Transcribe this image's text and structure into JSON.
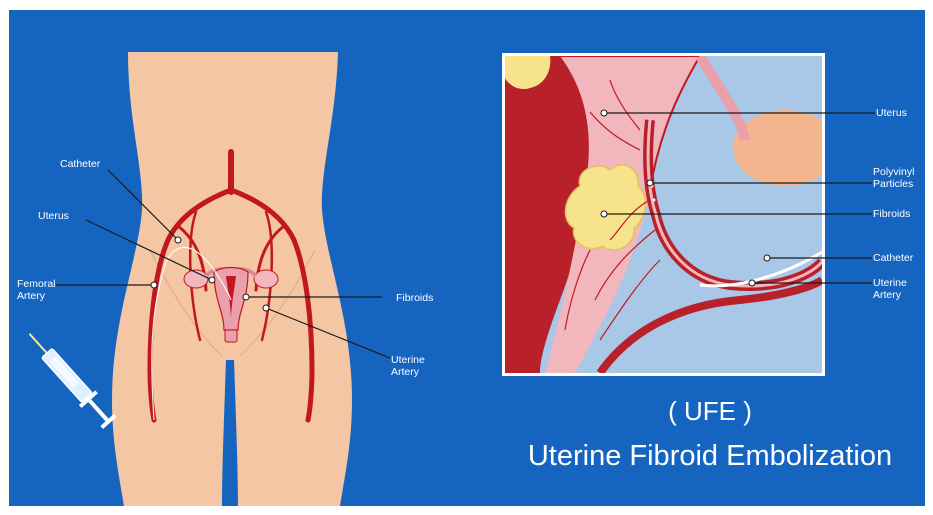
{
  "colors": {
    "background": "#1565c0",
    "skin": "#f4c6a4",
    "artery": "#c2171f",
    "uterus": "#f2b6bd",
    "fibroid": "#f7e38c",
    "leader": "#1a1a1a"
  },
  "left_figure": {
    "labels": {
      "catheter": "Catheter",
      "uterus": "Uterus",
      "femoral_artery": "Femoral\nArtery",
      "fibroids": "Fibroids",
      "uterine_artery": "Uterine\nArtery"
    },
    "icons": [
      "body-outline",
      "syringe-icon",
      "uterus-icon"
    ]
  },
  "right_figure": {
    "labels": {
      "uterus": "Uterus",
      "polyvinyl_particles": "Polyvinyl\nParticles",
      "fibroids": "Fibroids",
      "catheter": "Catheter",
      "uterine_artery": "Uterine\nArtery"
    }
  },
  "title": {
    "abbreviation": "( UFE )",
    "full": "Uterine Fibroid Embolization"
  }
}
